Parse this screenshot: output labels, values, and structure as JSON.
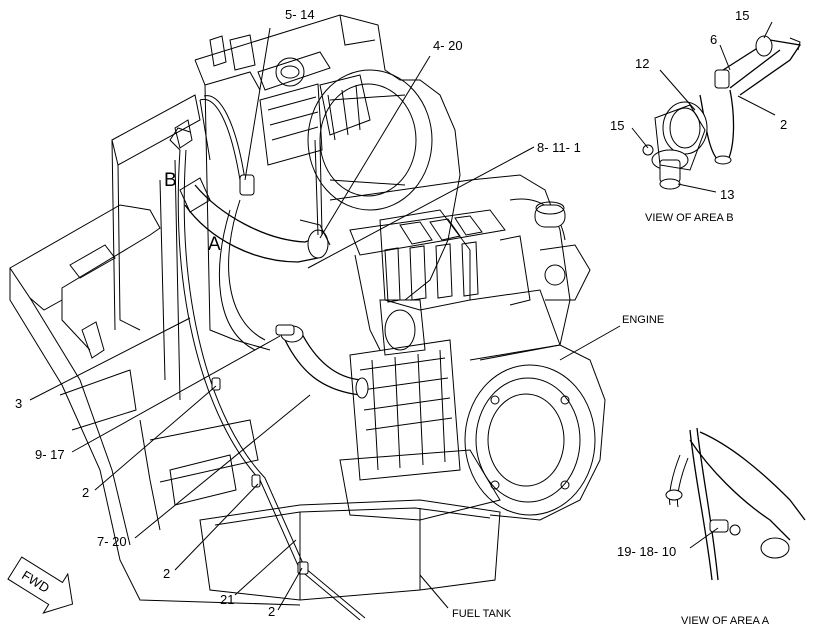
{
  "diagram": {
    "callouts": {
      "c_5_14": "5- 14",
      "c_4_20": "4- 20",
      "c_8_11_1": "8- 11- 1",
      "c_15_top": "15",
      "c_6": "6",
      "c_12": "12",
      "c_15_left": "15",
      "c_2_right": "2",
      "c_13": "13",
      "c_engine": "ENGINE",
      "c_3": "3",
      "c_9_17": "9- 17",
      "c_2_a": "2",
      "c_7_20": "7- 20",
      "c_2_b": "2",
      "c_21": "21",
      "c_2_c": "2",
      "c_fuel_tank": "FUEL TANK",
      "c_19_18_10": "19- 18- 10"
    },
    "areas": {
      "area_a": "A",
      "area_b": "B"
    },
    "captions": {
      "view_area_b": "VIEW OF AREA  B",
      "view_area_a": "VIEW OF AREA  A"
    },
    "fwd": "FWD"
  }
}
